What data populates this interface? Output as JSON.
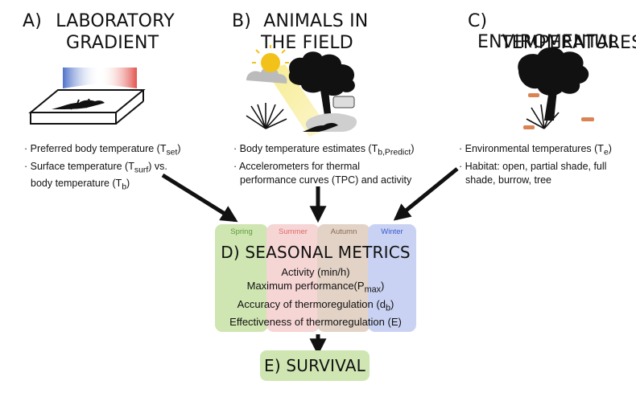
{
  "panels": {
    "a": {
      "letter": "A)",
      "title_line1": "LABORATORY",
      "title_line2": "GRADIENT",
      "bullets": [
        "· Preferred body temperature (T",
        "set",
        ")",
        "· Surface temperature (T",
        "surf",
        ") vs.",
        "body temperature (T",
        "b",
        ")"
      ]
    },
    "b": {
      "letter": "B)",
      "title_line1": "ANIMALS IN",
      "title_line2": "THE FIELD",
      "bullets": [
        "· Body temperature estimates (T",
        "b,Predict",
        ")",
        "· Accelerometers for thermal",
        "performance curves (TPC) and activity"
      ]
    },
    "c": {
      "letter": "C)",
      "title_line1": "ENVIROMENTAL",
      "title_line2": "TEMPERATURES",
      "bullets": [
        "· Environmental temperatures (T",
        "e",
        ")",
        "· Habitat: open, partial shade, full",
        "shade, burrow, tree"
      ]
    }
  },
  "seasons": [
    {
      "name": "Spring",
      "color": "#cfe6b2",
      "text_color": "#5c9a3a"
    },
    {
      "name": "Summer",
      "color": "#f6d5d5",
      "text_color": "#e06a6a"
    },
    {
      "name": "Autumn",
      "color": "#e3d3c7",
      "text_color": "#8a6a55"
    },
    {
      "name": "Winter",
      "color": "#c9d2f2",
      "text_color": "#3a5bd0"
    }
  ],
  "metrics": {
    "title": "D) SEASONAL METRICS",
    "items": [
      "Activity (min/h)",
      "Maximum performance(P",
      "max",
      ")",
      "Accuracy of thermoregulation (d",
      "b",
      ")",
      "Effectiveness of thermoregulation (E)"
    ]
  },
  "survival": {
    "label": "E) SURVIVAL",
    "color": "#cfe6b2"
  },
  "colors": {
    "arrow": "#111111",
    "gradient_cold": "#3b62c4",
    "gradient_hot": "#e0413a",
    "sun": "#f2c21b",
    "sunbeam": "#f7ec8f"
  },
  "icons": {
    "a": "lizard-in-gradient-box-icon",
    "b": "lizard-under-sun-and-tree-icon",
    "c": "tree-with-thermometer-models-icon"
  }
}
